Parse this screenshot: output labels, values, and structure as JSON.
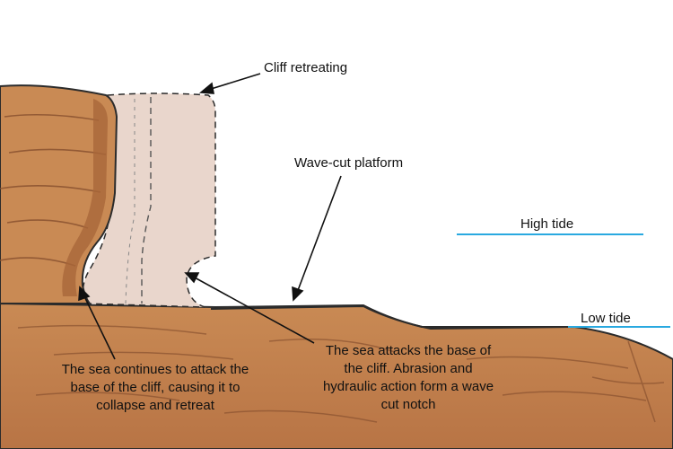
{
  "labels": {
    "cliff_retreating": "Cliff retreating",
    "wave_cut_platform": "Wave-cut platform",
    "high_tide": "High tide",
    "low_tide": "Low tide",
    "sea_attacks_base": [
      "The sea attacks the base of",
      "the cliff. Abrasion and",
      "hydraulic action form a wave",
      "cut notch"
    ],
    "sea_continues": [
      "The sea continues to attack the",
      "base of the cliff, causing it to",
      "collapse and retreat"
    ]
  },
  "colors": {
    "rock": "#c98a54",
    "rock_dark": "#a9673a",
    "rock_shadow": "#8a5230",
    "retreat_zone": "#e9d6cc",
    "tide_line": "#29a9e0",
    "outline": "#2b2b2b"
  }
}
